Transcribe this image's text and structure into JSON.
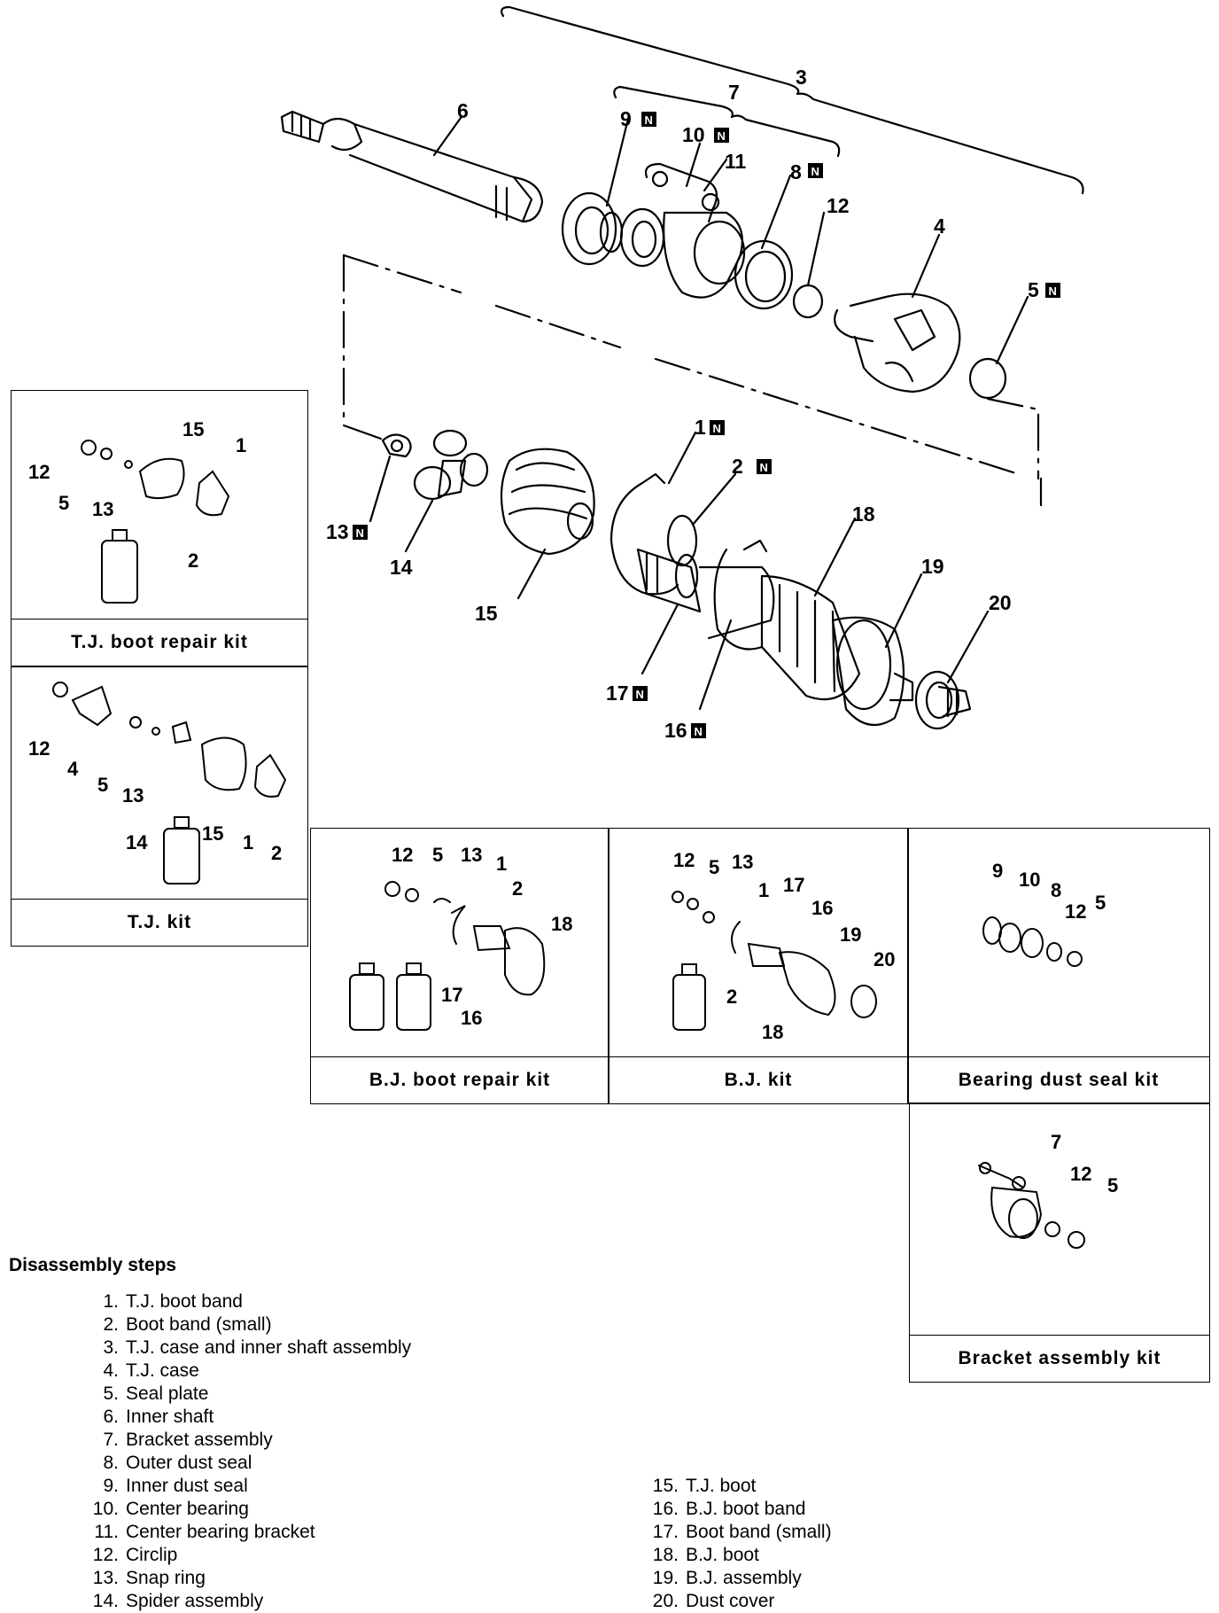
{
  "callouts": {
    "c3": "3",
    "c7": "7",
    "c6": "6",
    "c9": "9",
    "c10": "10",
    "c11": "11",
    "c8": "8",
    "c12": "12",
    "c4": "4",
    "c5": "5",
    "c1": "1",
    "c2": "2",
    "c13": "13",
    "c14": "14",
    "c15": "15",
    "c18": "18",
    "c19": "19",
    "c20": "20",
    "c17": "17",
    "c16": "16",
    "new_mark": "N"
  },
  "kits": {
    "tj_boot_repair": {
      "caption": "T.J. boot repair kit",
      "labels": [
        "12",
        "5",
        "13",
        "15",
        "1",
        "2"
      ]
    },
    "tj": {
      "caption": "T.J. kit",
      "labels": [
        "12",
        "4",
        "5",
        "13",
        "14",
        "15",
        "1",
        "2"
      ]
    },
    "bj_boot_repair": {
      "caption": "B.J. boot repair kit",
      "labels": [
        "12",
        "5",
        "13",
        "1",
        "2",
        "18",
        "17",
        "16"
      ]
    },
    "bj": {
      "caption": "B.J. kit",
      "labels": [
        "12",
        "5",
        "13",
        "1",
        "17",
        "16",
        "19",
        "20",
        "2",
        "18"
      ]
    },
    "bearing_dust_seal": {
      "caption": "Bearing dust seal kit",
      "labels": [
        "9",
        "10",
        "8",
        "12",
        "5"
      ]
    },
    "bracket_assembly": {
      "caption": "Bracket assembly kit",
      "labels": [
        "7",
        "12",
        "5"
      ]
    }
  },
  "disassembly": {
    "title": "Disassembly steps",
    "steps": [
      {
        "num": "1.",
        "text": "T.J. boot band"
      },
      {
        "num": "2.",
        "text": "Boot band (small)"
      },
      {
        "num": "3.",
        "text": "T.J. case and inner shaft assembly"
      },
      {
        "num": "4.",
        "text": "T.J. case"
      },
      {
        "num": "5.",
        "text": "Seal plate"
      },
      {
        "num": "6.",
        "text": "Inner shaft"
      },
      {
        "num": "7.",
        "text": "Bracket assembly"
      },
      {
        "num": "8.",
        "text": "Outer dust seal"
      },
      {
        "num": "9.",
        "text": "Inner dust seal"
      },
      {
        "num": "10.",
        "text": "Center bearing"
      },
      {
        "num": "11.",
        "text": "Center bearing bracket"
      },
      {
        "num": "12.",
        "text": "Circlip"
      },
      {
        "num": "13.",
        "text": "Snap ring"
      },
      {
        "num": "14.",
        "text": "Spider assembly"
      },
      {
        "num": "15.",
        "text": "T.J. boot"
      },
      {
        "num": "16.",
        "text": "B.J. boot band"
      },
      {
        "num": "17.",
        "text": "Boot band (small)"
      },
      {
        "num": "18.",
        "text": "B.J. boot"
      },
      {
        "num": "19.",
        "text": "B.J. assembly"
      },
      {
        "num": "20.",
        "text": "Dust cover"
      }
    ]
  }
}
